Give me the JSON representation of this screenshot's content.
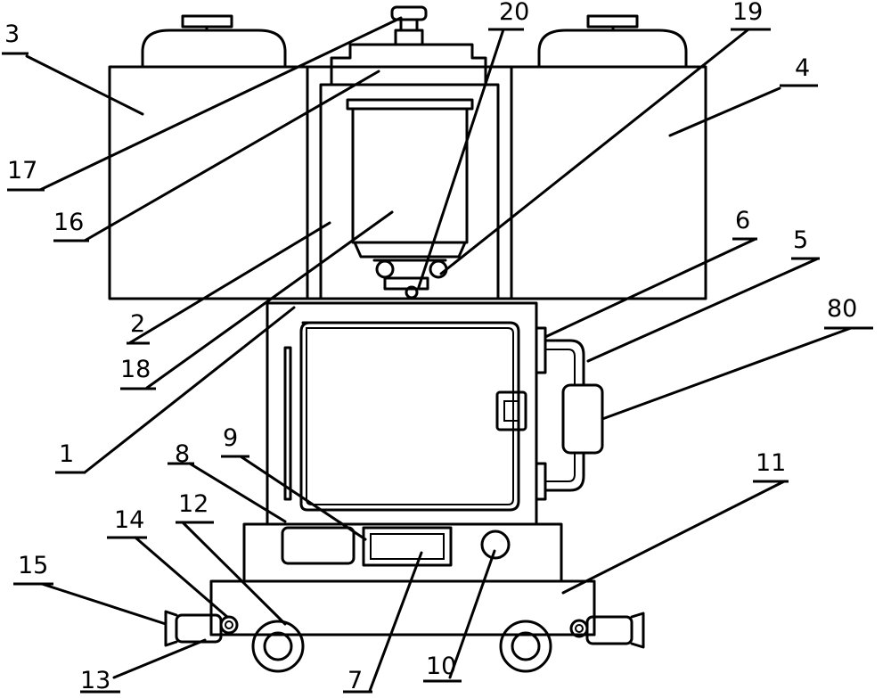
{
  "labels": {
    "l1": "1",
    "l2": "2",
    "l3": "3",
    "l4": "4",
    "l5": "5",
    "l6": "6",
    "l7": "7",
    "l8": "8",
    "l9": "9",
    "l10": "10",
    "l11": "11",
    "l12": "12",
    "l13": "13",
    "l14": "14",
    "l15": "15",
    "l16": "16",
    "l17": "17",
    "l18": "18",
    "l19": "19",
    "l20": "20",
    "l80": "80"
  }
}
